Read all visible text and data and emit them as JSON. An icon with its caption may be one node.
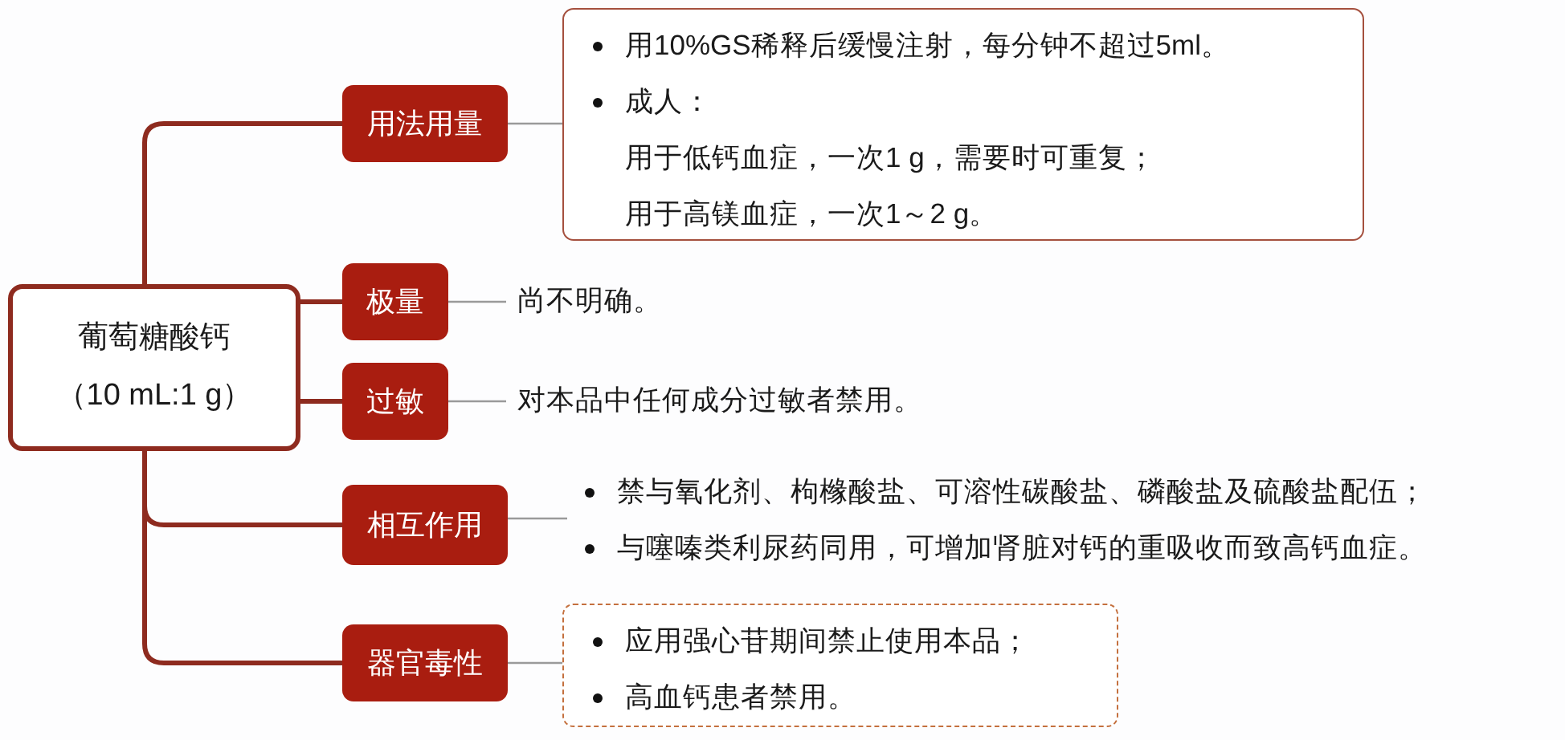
{
  "diagram": {
    "nodes": [
      {
        "text": [
          "葡萄糖酸钙",
          "（10 mL:1 g）"
        ]
      },
      {
        "text": [
          "用法用量"
        ]
      },
      {
        "text": [
          "用10%GS稀释后缓慢注射，每分钟不超过5ml。",
          "成人：",
          "用于低钙血症，一次1 g，需要时可重复；",
          "用于高镁血症，一次1～2 g。"
        ]
      },
      {
        "text": [
          "极量"
        ]
      },
      {
        "text": [
          "尚不明确。"
        ]
      },
      {
        "text": [
          "过敏"
        ]
      },
      {
        "text": [
          "对本品中任何成分过敏者禁用。"
        ]
      },
      {
        "text": [
          "相互作用"
        ]
      },
      {
        "text": [
          "禁与氧化剂、枸橼酸盐、可溶性碳酸盐、磷酸盐及硫酸盐配伍；",
          "与噻嗪类利尿药同用，可增加肾脏对钙的重吸收而致高钙血症。"
        ]
      },
      {
        "text": [
          "器官毒性"
        ]
      },
      {
        "text": [
          "应用强心苷期间禁止使用本品；",
          "高血钙患者禁用。"
        ]
      }
    ],
    "edges": [
      {
        "from": 0,
        "to": 1,
        "arrow": "none",
        "style": "thick",
        "color": "#8e2b1f"
      },
      {
        "from": 0,
        "to": 3,
        "arrow": "none",
        "style": "thick",
        "color": "#8e2b1f"
      },
      {
        "from": 0,
        "to": 5,
        "arrow": "none",
        "style": "thick",
        "color": "#8e2b1f"
      },
      {
        "from": 0,
        "to": 7,
        "arrow": "none",
        "style": "thick",
        "color": "#8e2b1f"
      },
      {
        "from": 0,
        "to": 9,
        "arrow": "none",
        "style": "thick",
        "color": "#8e2b1f"
      },
      {
        "from": 1,
        "to": 2,
        "arrow": "none",
        "color": "#9a9a9a"
      },
      {
        "from": 3,
        "to": 4,
        "arrow": "none",
        "color": "#9a9a9a"
      },
      {
        "from": 5,
        "to": 6,
        "arrow": "none",
        "color": "#9a9a9a"
      },
      {
        "from": 7,
        "to": 8,
        "arrow": "none",
        "color": "#9a9a9a"
      },
      {
        "from": 9,
        "to": 10,
        "arrow": "none",
        "color": "#9a9a9a"
      }
    ]
  }
}
